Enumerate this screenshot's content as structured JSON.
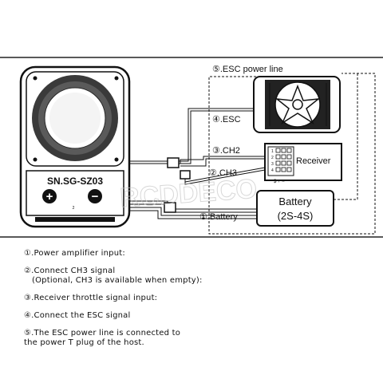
{
  "device": {
    "model": "SN.SG-SZ03",
    "plus": "+",
    "minus": "−",
    "small_mark": "2"
  },
  "labels": {
    "esc_power_line": "⑤.ESC power line",
    "esc": "④.ESC",
    "ch2": "③.CH2",
    "ch3": "②.CH3",
    "battery_port": "①.Battery"
  },
  "receiver": {
    "label": "Receiver",
    "channels": [
      "1",
      "2",
      "3",
      "4"
    ],
    "pins": "$ + −"
  },
  "battery": {
    "label": "Battery",
    "spec": "(2S-4S)"
  },
  "watermark": "RCDDECO",
  "legend": [
    {
      "text": "①.Power amplifier input:"
    },
    {
      "text": "②.Connect CH3 signal",
      "note": "(Optional, CH3 is available when empty):"
    },
    {
      "text": "③.Receiver throttle signal input:"
    },
    {
      "text": "④.Connect the ESC signal"
    },
    {
      "text": "⑤.The ESC power line is connected to",
      "cont": "the power T plug of the host."
    }
  ]
}
